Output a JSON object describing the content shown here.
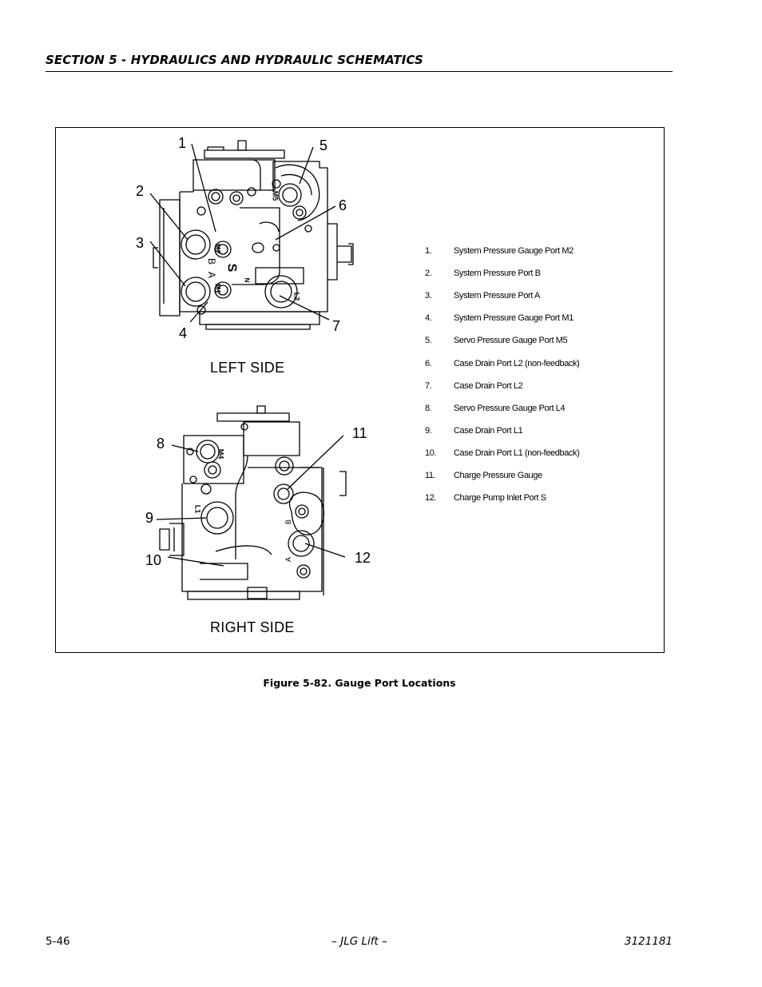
{
  "header": {
    "section_title": "SECTION 5 - HYDRAULICS AND HYDRAULIC SCHEMATICS"
  },
  "figure": {
    "left_view_label": "LEFT SIDE",
    "right_view_label": "RIGHT SIDE",
    "callouts_left": [
      "1",
      "2",
      "3",
      "4",
      "5",
      "6",
      "7"
    ],
    "callouts_right": [
      "8",
      "9",
      "10",
      "11",
      "12"
    ],
    "part_markings": [
      "M2",
      "M1",
      "M5",
      "L2",
      "B",
      "A",
      "S",
      "N",
      "M4",
      "L1",
      "B",
      "A"
    ],
    "legend": [
      {
        "num": "1.",
        "text": "System Pressure Gauge Port M2"
      },
      {
        "num": "2.",
        "text": "System Pressure Port B"
      },
      {
        "num": "3.",
        "text": "System Pressure Port A"
      },
      {
        "num": "4.",
        "text": "System Pressure Gauge Port M1"
      },
      {
        "num": "5.",
        "text": "Servo Pressure Gauge Port M5"
      },
      {
        "num": "6.",
        "text": "Case Drain Port L2 (non-feedback)"
      },
      {
        "num": "7.",
        "text": "Case Drain Port L2"
      },
      {
        "num": "8.",
        "text": "Servo Pressure Gauge Port L4"
      },
      {
        "num": "9.",
        "text": "Case Drain Port L1"
      },
      {
        "num": "10.",
        "text": "Case Drain Port L1 (non-feedback)"
      },
      {
        "num": "11.",
        "text": "Charge Pressure Gauge"
      },
      {
        "num": "12.",
        "text": "Charge Pump Inlet Port S"
      }
    ],
    "caption": "Figure 5-82.  Gauge Port Locations"
  },
  "footer": {
    "page_number": "5-46",
    "center": "– JLG Lift –",
    "doc_number": "3121181"
  }
}
